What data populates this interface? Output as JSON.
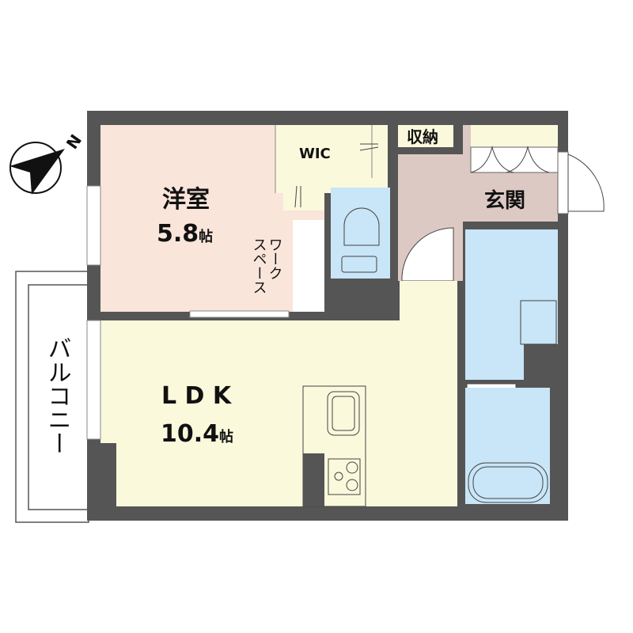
{
  "compass": {
    "label": "N"
  },
  "rooms": {
    "western": {
      "name": "洋室",
      "size": "5.8",
      "unit": "帖"
    },
    "wic": {
      "name": "WIC"
    },
    "workspace": {
      "name_line1": "ワーク",
      "name_line2": "スペース"
    },
    "storage": {
      "name": "収納"
    },
    "entrance": {
      "name": "玄関"
    },
    "ldk": {
      "name": "L D K",
      "size": "10.4",
      "unit": "帖"
    },
    "balcony": {
      "name": "バルコニー"
    }
  },
  "colors": {
    "wall": "#555555",
    "western": "#f9e5da",
    "cream": "#fbf9dc",
    "wet": "#c9e5f8",
    "hall": "#ddc9c3"
  }
}
